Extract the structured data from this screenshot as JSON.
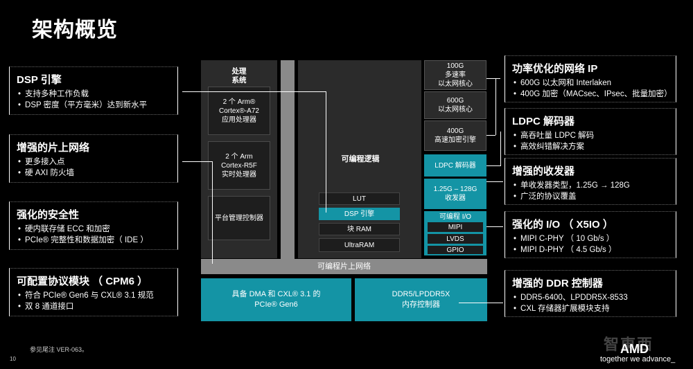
{
  "title": "架构概览",
  "left_callouts": [
    {
      "title": "DSP 引擎",
      "bullets": [
        "支持多种工作负载",
        "DSP 密度（平方毫米）达到新水平"
      ]
    },
    {
      "title": "增强的片上网络",
      "bullets": [
        "更多接入点",
        "硬 AXI 防火墙"
      ]
    },
    {
      "title": "强化的安全性",
      "bullets": [
        "硬内联存储 ECC 和加密",
        "PCIe® 完整性和数据加密（ IDE ）"
      ]
    },
    {
      "title": "可配置协议模块 （ CPM6 ）",
      "bullets": [
        "符合 PCIe® Gen6 与 CXL® 3.1 规范",
        "双 8 通道接口"
      ]
    }
  ],
  "right_callouts": [
    {
      "title": "功率优化的网络 IP",
      "bullets": [
        "600G 以太网和 Interlaken",
        "400G 加密（MACsec、IPsec、批量加密）"
      ]
    },
    {
      "title": "LDPC 解码器",
      "bullets": [
        "高吞吐量 LDPC 解码",
        "高效纠错解决方案"
      ]
    },
    {
      "title": "增强的收发器",
      "bullets": [
        "单收发器类型，1.25G → 128G",
        "广泛的协议覆盖"
      ]
    },
    {
      "title": "强化的 I/O （ X5IO ）",
      "bullets": [
        "MIPI C-PHY （ 10 Gb/s ）",
        "MIPI D-PHY （ 4.5 Gb/s ）"
      ]
    },
    {
      "title": "增强的 DDR 控制器",
      "bullets": [
        "DDR5-6400、LPDDR5X-8533",
        "CXL 存储器扩展模块支持"
      ]
    }
  ],
  "diagram": {
    "ps_title": "处理\n系统",
    "a72": "2 个 Arm®\nCortex®-A72\n应用处理器",
    "r5f": "2 个 Arm\nCortex-R5F\n实时处理器",
    "pmc": "平台管理控制器",
    "pl": "可编程逻辑",
    "lut": "LUT",
    "dsp": "DSP 引擎",
    "bram": "块 RAM",
    "uram": "UltraRAM",
    "eth100": "100G\n多速率\n以太网核心",
    "eth600": "600G\n以太网核心",
    "crypto": "400G\n高速加密引擎",
    "ldpc": "LDPC 解码器",
    "gt": "1.25G – 128G\n收发器",
    "pio_title": "可编程 I/O",
    "mipi": "MIPI",
    "lvds": "LVDS",
    "gpio": "GPIO",
    "noc": "可编程片上网络",
    "pcie": "具备 DMA 和 CXL® 3.1 的\nPCIe® Gen6",
    "ddr": "DDR5/LPDDR5X\n内存控制器"
  },
  "footnote": "参见尾注 VER-063。",
  "page_number": "10",
  "watermark": "智東西",
  "logo": "AMD",
  "tagline": "together we advance_",
  "colors": {
    "teal": "#1494a5",
    "panel": "#2b2b2b",
    "noc": "#8a8a8a"
  }
}
